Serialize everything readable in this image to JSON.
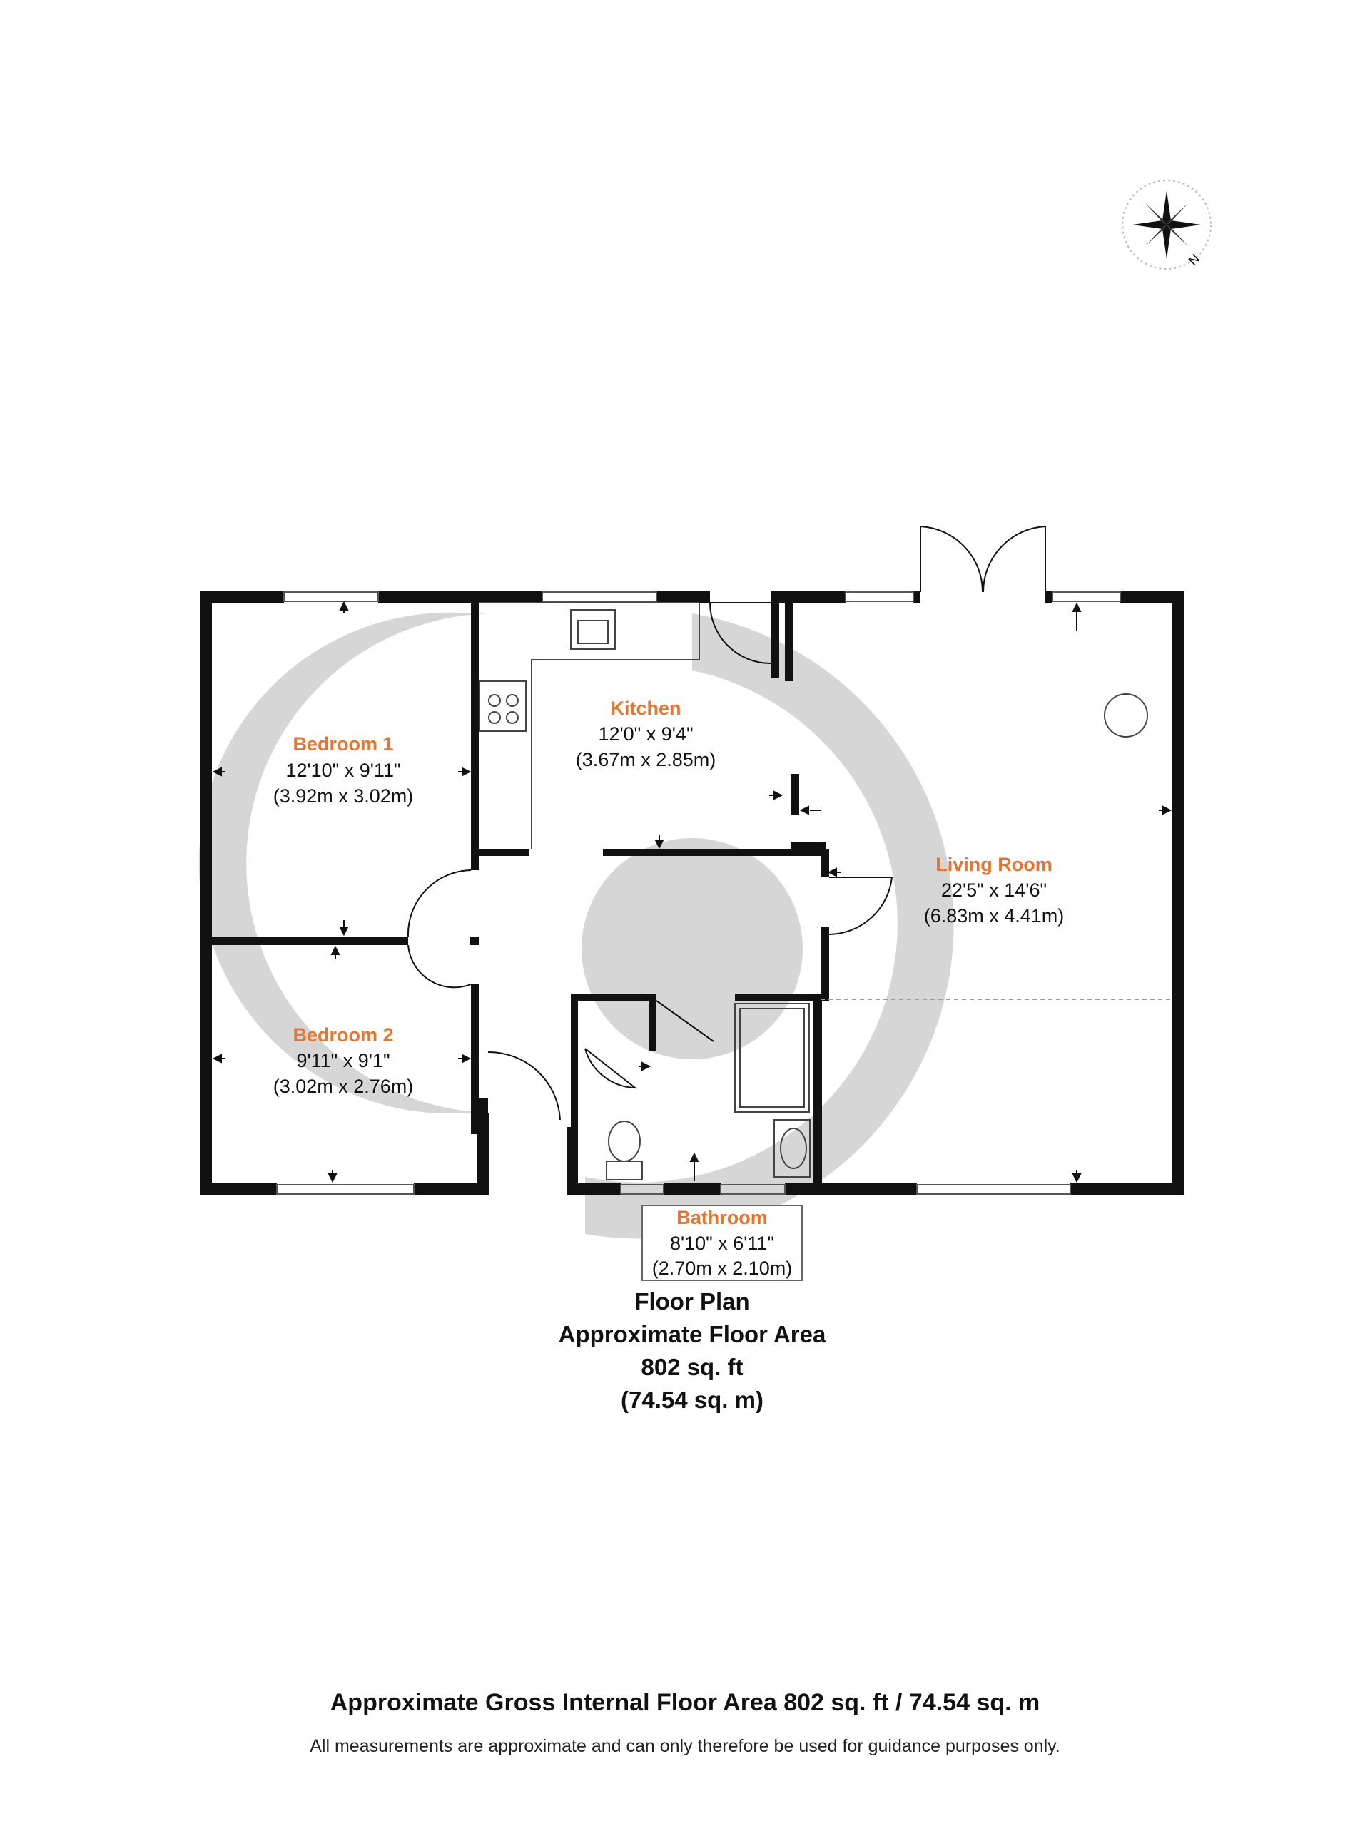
{
  "compass": {
    "label": "N"
  },
  "rooms": {
    "bedroom1": {
      "name": "Bedroom 1",
      "dim_imperial": "12'10\" x 9'11\"",
      "dim_metric": "(3.92m x 3.02m)"
    },
    "bedroom2": {
      "name": "Bedroom 2",
      "dim_imperial": "9'11\" x 9'1\"",
      "dim_metric": "(3.02m x 2.76m)"
    },
    "kitchen": {
      "name": "Kitchen",
      "dim_imperial": "12'0\" x 9'4\"",
      "dim_metric": "(3.67m x 2.85m)"
    },
    "living": {
      "name": "Living Room",
      "dim_imperial": "22'5\" x 14'6\"",
      "dim_metric": "(6.83m x 4.41m)"
    },
    "bathroom": {
      "name": "Bathroom",
      "dim_imperial": "8'10\" x 6'11\"",
      "dim_metric": "(2.70m x 2.10m)"
    }
  },
  "summary": {
    "line1": "Floor Plan",
    "line2": "Approximate Floor Area",
    "line3": "802 sq. ft",
    "line4": "(74.54 sq. m)"
  },
  "footer": {
    "gross": "Approximate Gross Internal Floor Area 802 sq. ft / 74.54 sq. m",
    "disclaimer": "All measurements are approximate and can only therefore be used for guidance purposes only."
  },
  "colors": {
    "wall": "#111111",
    "room_label": "#e4762f",
    "watermark": "#d3d3d3"
  }
}
